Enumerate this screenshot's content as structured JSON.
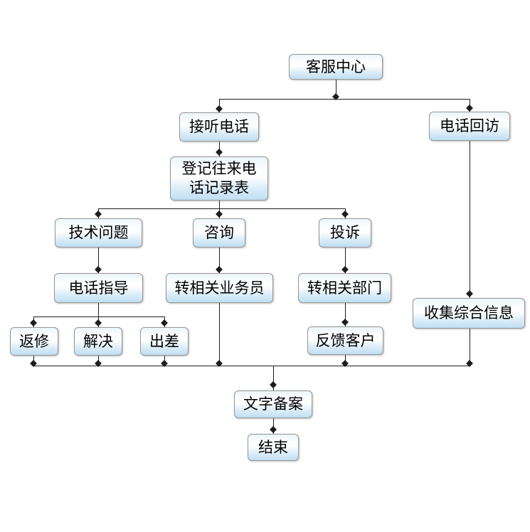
{
  "diagram": {
    "type": "flowchart",
    "language": "zh-CN",
    "background_color": "#ffffff",
    "node_fill_top": "#ecf6fc",
    "node_fill_bottom": "#bfdff2",
    "node_border_color": "#969696",
    "connector_color": "#1d1d1d",
    "text_color": "#000000"
  },
  "nodes": {
    "customer_service_center": {
      "label": "客服中心"
    },
    "answer_phone": {
      "label": "接听电话"
    },
    "phone_callback": {
      "label": "电话回访"
    },
    "register_call_log": {
      "label": "登记往来电话记录表"
    },
    "technical_issue": {
      "label": "技术问题"
    },
    "consultation": {
      "label": "咨询"
    },
    "complaint": {
      "label": "投诉"
    },
    "phone_guidance": {
      "label": "电话指导"
    },
    "transfer_salesperson": {
      "label": "转相关业务员"
    },
    "transfer_department": {
      "label": "转相关部门"
    },
    "collect_info": {
      "label": "收集综合信息"
    },
    "return_repair": {
      "label": "返修"
    },
    "resolve": {
      "label": "解决"
    },
    "business_trip": {
      "label": "出差"
    },
    "feedback_customer": {
      "label": "反馈客户"
    },
    "written_record": {
      "label": "文字备案"
    },
    "end": {
      "label": "结束"
    }
  },
  "edges": [
    {
      "from": "customer_service_center",
      "to": "answer_phone"
    },
    {
      "from": "customer_service_center",
      "to": "phone_callback"
    },
    {
      "from": "answer_phone",
      "to": "register_call_log"
    },
    {
      "from": "register_call_log",
      "to": "technical_issue"
    },
    {
      "from": "register_call_log",
      "to": "consultation"
    },
    {
      "from": "register_call_log",
      "to": "complaint"
    },
    {
      "from": "technical_issue",
      "to": "phone_guidance"
    },
    {
      "from": "consultation",
      "to": "transfer_salesperson"
    },
    {
      "from": "complaint",
      "to": "transfer_department"
    },
    {
      "from": "phone_guidance",
      "to": "return_repair"
    },
    {
      "from": "phone_guidance",
      "to": "resolve"
    },
    {
      "from": "phone_guidance",
      "to": "business_trip"
    },
    {
      "from": "transfer_department",
      "to": "feedback_customer"
    },
    {
      "from": "phone_callback",
      "to": "collect_info"
    },
    {
      "from": "return_repair",
      "to": "written_record"
    },
    {
      "from": "resolve",
      "to": "written_record"
    },
    {
      "from": "business_trip",
      "to": "written_record"
    },
    {
      "from": "transfer_salesperson",
      "to": "written_record"
    },
    {
      "from": "feedback_customer",
      "to": "written_record"
    },
    {
      "from": "collect_info",
      "to": "written_record"
    },
    {
      "from": "written_record",
      "to": "end"
    }
  ]
}
